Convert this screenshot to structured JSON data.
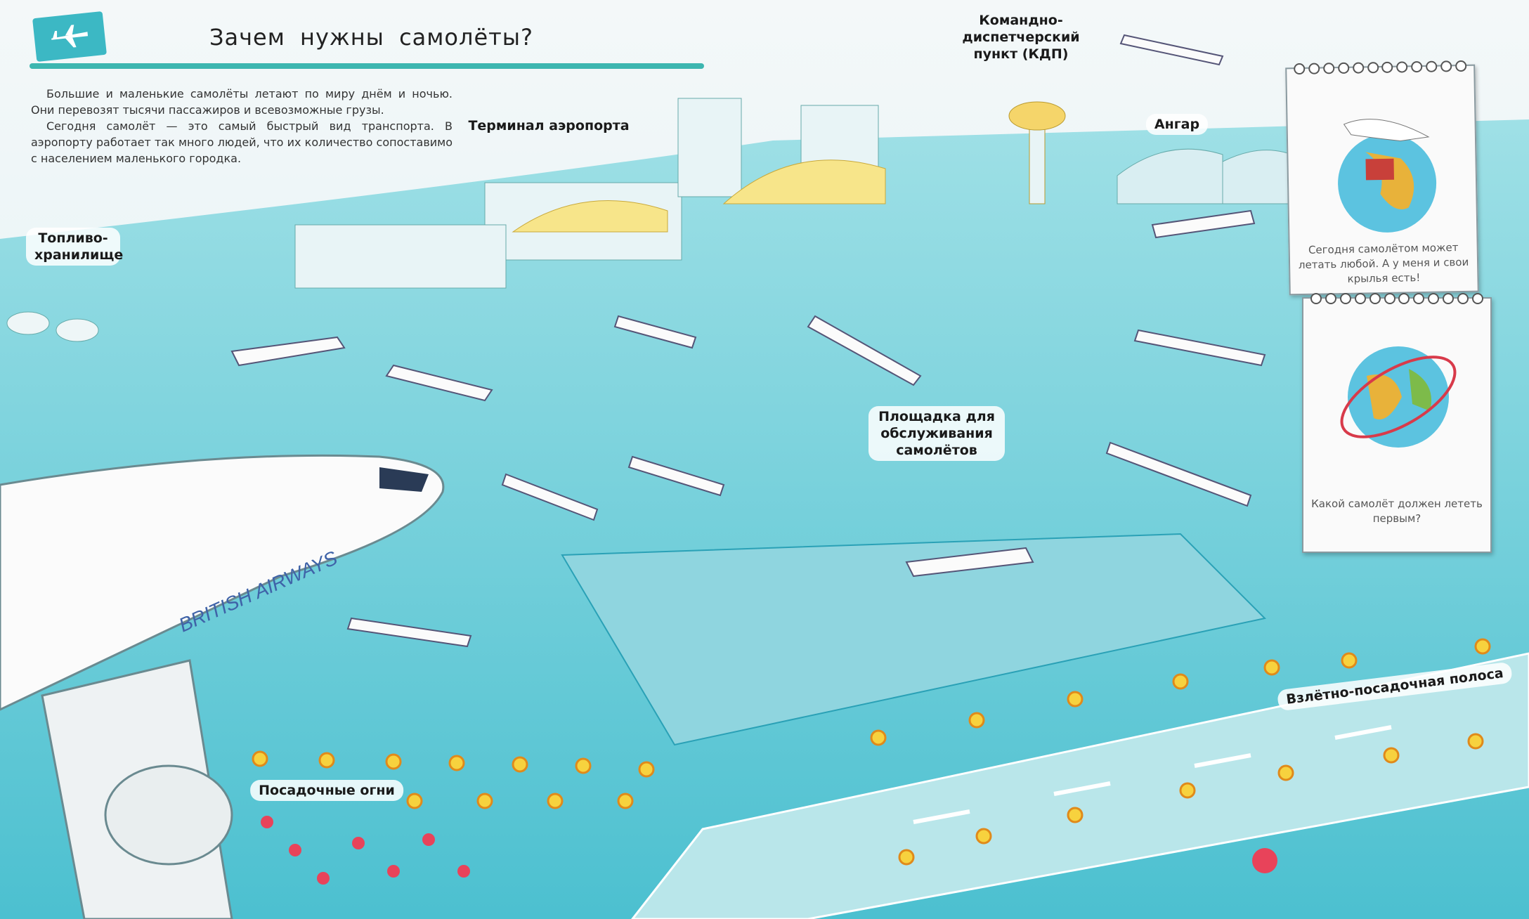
{
  "header": {
    "title": "Зачем нужны самолёты?",
    "icon": "airplane-icon"
  },
  "intro": {
    "paragraphs": [
      "Большие и маленькие самолёты летают по миру днём и ночью. Они перевозят тысячи пассажиров и всевозможные грузы.",
      "Сегодня самолёт — это самый быстрый вид транспорта. В аэропорту работает так много людей, что их количество сопоставимо с населением маленького городка."
    ]
  },
  "labels": {
    "terminal": "Терминал аэропорта",
    "control_tower": "Командно-диспетчерский пункт (КДП)",
    "hangar": "Ангар",
    "fuel_storage": "Топливо-хранилище",
    "service_area": "Площадка для обслуживания самолётов",
    "landing_lights": "Посадочные огни",
    "runway": "Взлётно-посадочная полоса"
  },
  "aircraft_livery": "BRITISH AIRWAYS",
  "notes": [
    {
      "text": "Сегодня самолётом может летать любой. А у меня и свои крылья есть!"
    },
    {
      "text": "Какой самолёт должен лететь первым?"
    }
  ],
  "colors": {
    "ground": "#7fd3dc",
    "accent": "#3db6b0",
    "runway": "#b9e6ea"
  }
}
